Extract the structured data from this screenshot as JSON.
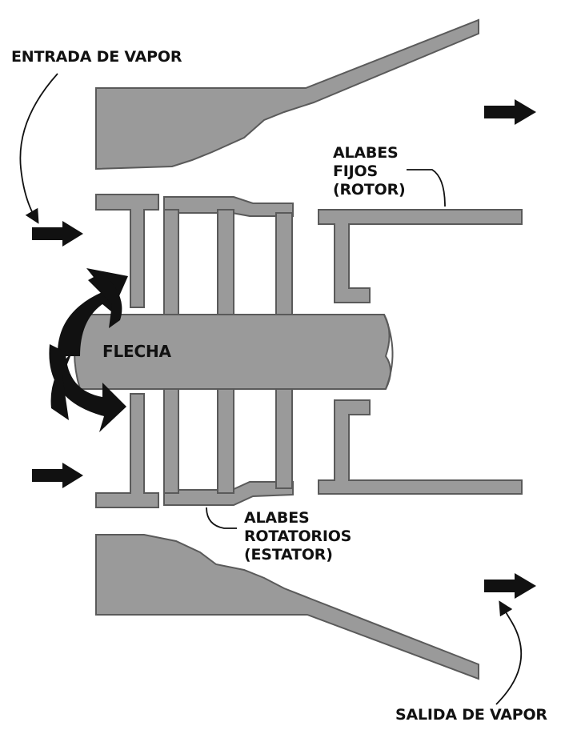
{
  "diagram": {
    "labels": {
      "steam_inlet": "ENTRADA DE VAPOR",
      "steam_outlet": "SALIDA DE VAPOR",
      "shaft": "FLECHA",
      "fixed_blades": [
        "ALABES",
        "FIJOS",
        "(ROTOR)"
      ],
      "rotating_blades": [
        "ALABES",
        "ROTATORIOS",
        "(ESTATOR)"
      ]
    }
  },
  "colors": {
    "part_fill": "#9a9a9a",
    "part_stroke": "#5a5a5a",
    "arrow": "#111111",
    "text": "#111111",
    "background": "#ffffff"
  }
}
